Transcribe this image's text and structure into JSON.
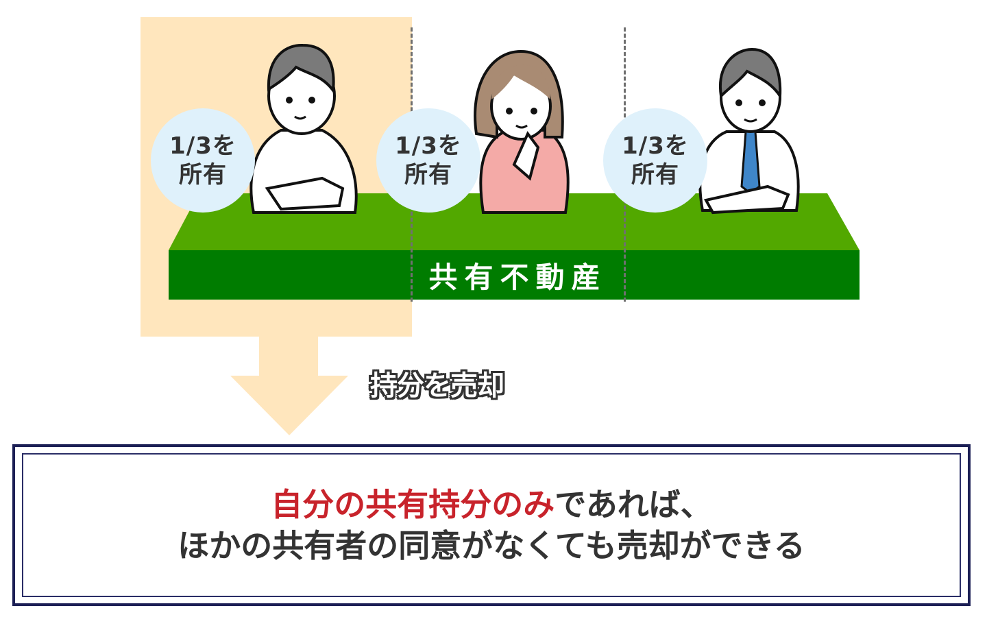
{
  "colors": {
    "seller_pane": "#ffe6bd",
    "land_top": "#52a800",
    "land_front": "#007c00",
    "bubble": "#dff1fb",
    "highlight_text": "#c8232b",
    "body_text": "#333333",
    "box_border": "#1c1f55",
    "arrow": "#ffe6bd"
  },
  "owners": [
    {
      "label_line1": "1/3を",
      "label_line2": "所有",
      "figure": "man-casual-arms-crossed",
      "share": "1/3"
    },
    {
      "label_line1": "1/3を",
      "label_line2": "所有",
      "figure": "woman-hands-together",
      "share": "1/3"
    },
    {
      "label_line1": "1/3を",
      "label_line2": "所有",
      "figure": "man-business-tie",
      "share": "1/3"
    }
  ],
  "property": {
    "label": "共有不動産"
  },
  "action": {
    "label": "持分を売却",
    "icon": "down-arrow-icon"
  },
  "result": {
    "line1_highlight": "自分の共有持分のみ",
    "line1_rest": "であれば、",
    "line2": "ほかの共有者の同意がなくても売却ができる"
  }
}
